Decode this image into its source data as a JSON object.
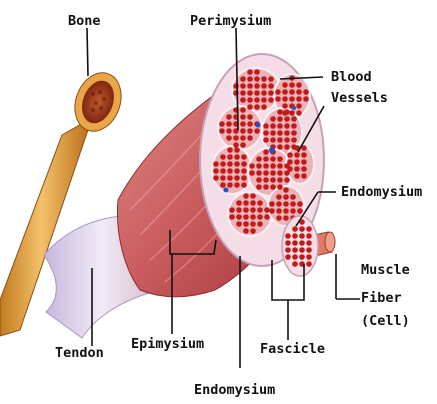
{
  "labels": {
    "bone": "Bone",
    "perimysium": "Perimysium",
    "blood_vessels_line1": "Blood",
    "blood_vessels_line2": "Vessels",
    "endomysium_right": "Endomysium",
    "muscle_fiber_line1": "Muscle",
    "muscle_fiber_line2": "Fiber",
    "muscle_fiber_line3": "(Cell)",
    "tendon": "Tendon",
    "epimysium": "Epimysium",
    "fascicle": "Fascicle",
    "endomysium_bottom": "Endomysium"
  },
  "colors": {
    "muscle": "#c8585c",
    "muscle_dark": "#9a3034",
    "fiber": "#c21a1a",
    "fascicle_bg": "#e9b3b8",
    "perimysium": "#f4dde6",
    "tendon": "#d8cce8",
    "bone": "#e3a040",
    "marrow": "#a23a1e",
    "blood_vessel": "#2450c8",
    "leader": "#111111"
  }
}
